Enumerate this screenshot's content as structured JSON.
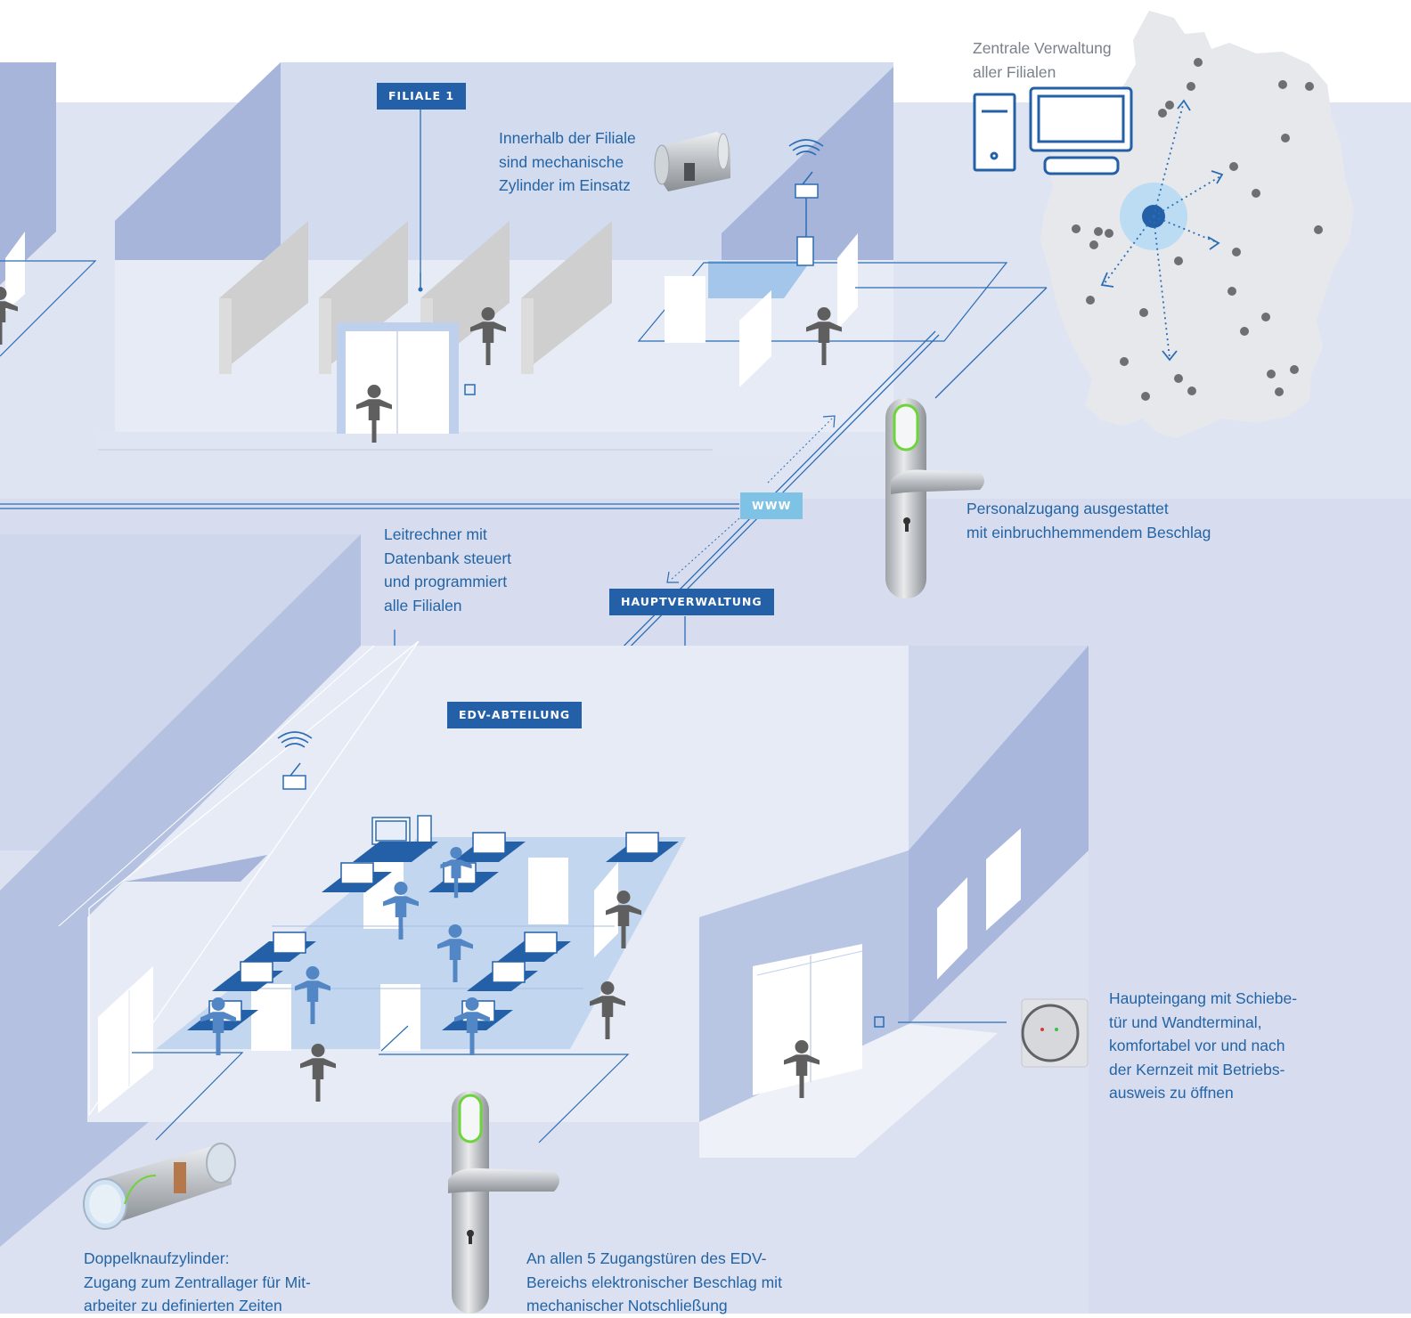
{
  "tags": {
    "filiale": "FILIALE 1",
    "www": "WWW",
    "hauptverwaltung": "HAUPTVERWALTUNG",
    "edv": "EDV-ABTEILUNG"
  },
  "captions": {
    "zentrale": [
      "Zentrale Verwaltung",
      "aller Filialen"
    ],
    "filiale_zylinder": [
      "Innerhalb der Filiale",
      "sind mechanische",
      "Zylinder im Einsatz"
    ],
    "personalzugang": [
      "Personalzugang ausgestattet",
      "mit einbruchhemmendem Beschlag"
    ],
    "leitrechner": [
      "Leitrechner mit",
      "Datenbank steuert",
      "und programmiert",
      "alle Filialen"
    ],
    "haupteingang": [
      "Haupteingang mit Schiebe-",
      "tür und Wandterminal,",
      "komfortabel vor und nach",
      "der Kernzeit mit Betriebs-",
      "ausweis zu öffnen"
    ],
    "doppelknauf": [
      "Doppelknaufzylinder:",
      "Zugang zum Zentrallager für Mit-",
      "arbeiter zu definierten Zeiten"
    ],
    "zugangstueren": [
      "An allen 5 Zugangstüren des EDV-",
      "Bereichs elektronischer Beschlag mit",
      "mechanischer Notschließung"
    ]
  },
  "colors": {
    "brand_blue": "#2360a8",
    "line_blue": "#2a6db5",
    "www_blue": "#7ec3e6",
    "terminal_green": "#6ed43a",
    "person_grey": "#5f5f5f",
    "map_grey": "#e6e8ec",
    "floor_light": "#e9edf7",
    "wall_mid": "#d3dbee"
  },
  "icons": {
    "wifi": "wifi-icon",
    "router": "router-icon",
    "computer": "computer-icon",
    "laptop": "laptop-icon",
    "person": "person-icon",
    "cylinder": "lock-cylinder-icon",
    "handle": "door-handle-icon",
    "terminal": "wall-terminal-icon",
    "map": "germany-map"
  }
}
